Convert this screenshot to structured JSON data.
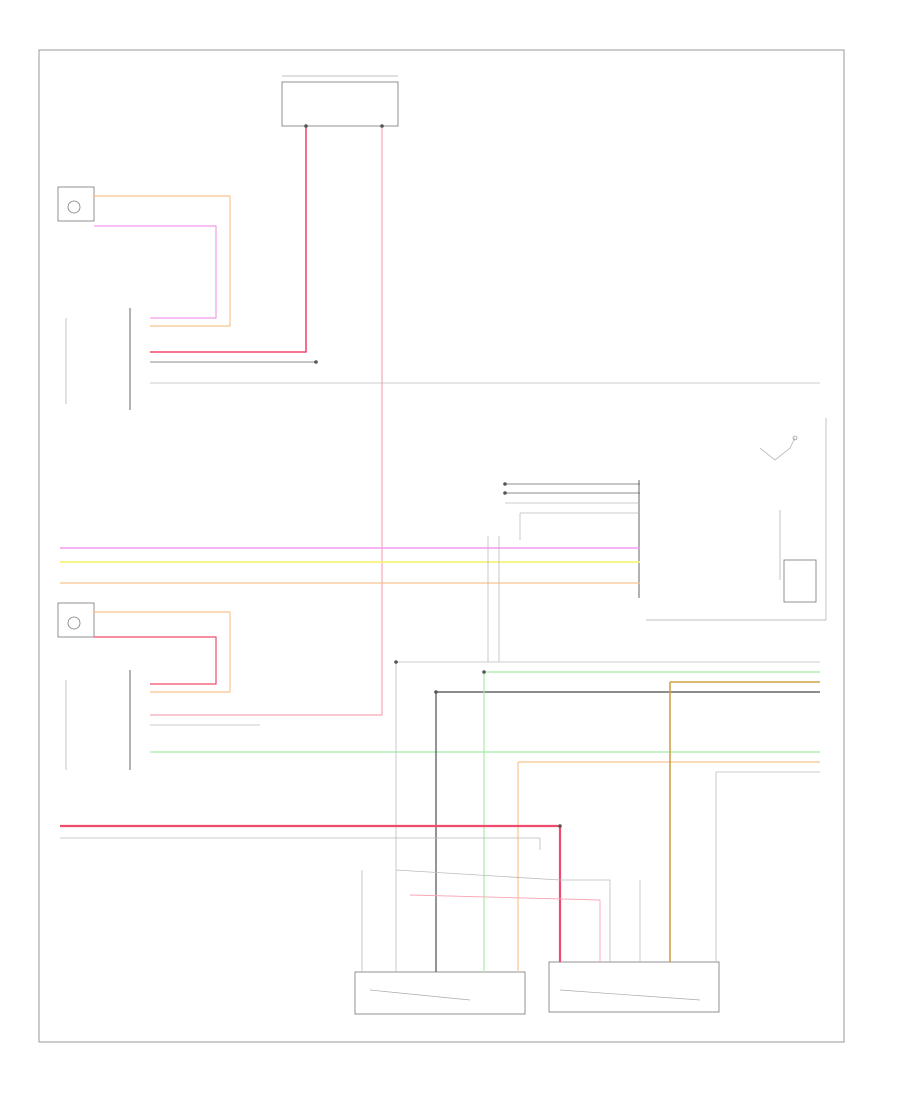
{
  "diagram": {
    "page_code": "",
    "colors": {
      "red": "#f04a6e",
      "pink": "#f8a6b5",
      "magenta": "#f39cf0",
      "orange": "#f8c48e",
      "yellow": "#f8f27a",
      "green": "#a8eba8",
      "brown": "#cfa24a",
      "black": "#666666",
      "gray": "#bbbbbb"
    },
    "components": [
      {
        "id": "fuse-box",
        "label": ""
      },
      {
        "id": "blower-motor",
        "label": ""
      },
      {
        "id": "blower-control-module",
        "label": ""
      },
      {
        "id": "aux-hvac-control",
        "label": ""
      },
      {
        "id": "aux-blower-motor",
        "label": ""
      },
      {
        "id": "aux-mode-actuator",
        "label": ""
      },
      {
        "id": "aux-temp-actuator",
        "label": ""
      }
    ],
    "legend_note": ""
  }
}
